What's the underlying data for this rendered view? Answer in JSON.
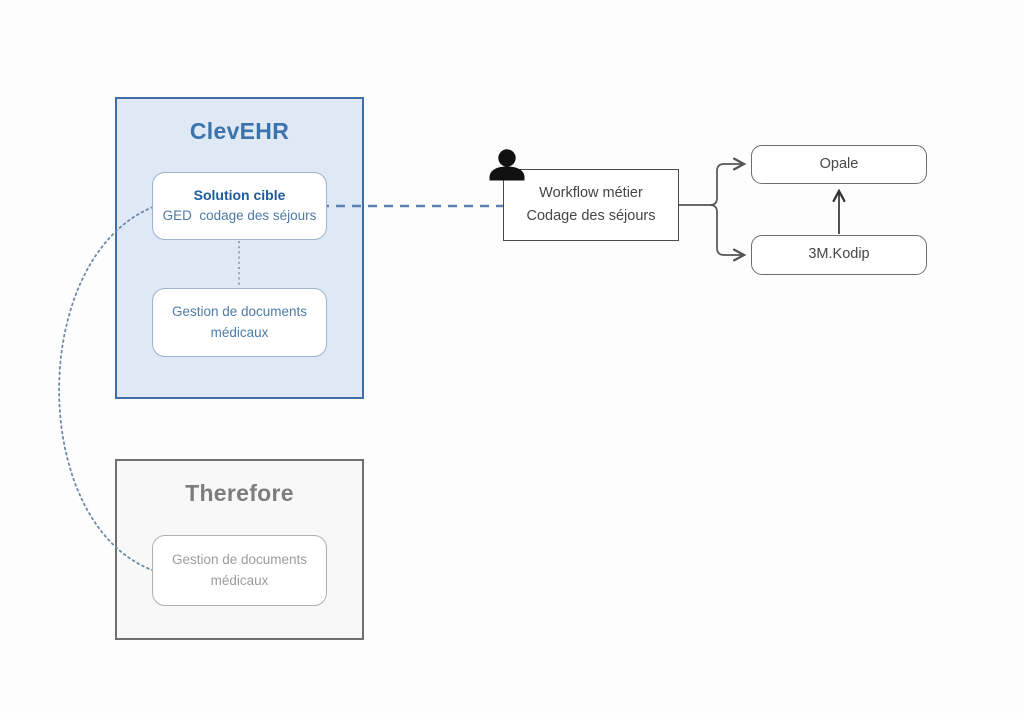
{
  "clevehr": {
    "title": "ClevEHR",
    "solution_cible": {
      "line1": "Solution cible",
      "line2": "GED  codage des séjours"
    },
    "gestion": "Gestion de documents médicaux"
  },
  "therefore": {
    "title": "Therefore",
    "gestion": "Gestion de documents médicaux"
  },
  "workflow": {
    "line1": "Workflow métier",
    "line2": "Codage des séjours"
  },
  "systems": {
    "opale": "Opale",
    "kodip": "3M.Kodip"
  },
  "icons": {
    "actor": "person-icon"
  },
  "colors": {
    "clevehr_fill": "#dfe8f5",
    "clevehr_border": "#3f6ea6",
    "clevehr_title": "#3b73ac",
    "solution_text": "#1c5c9e",
    "blue_text": "#4d7ba8",
    "therefore_fill": "#f8f8f8",
    "therefore_border": "#707070",
    "gray_text": "#9c9c9c",
    "dashed_link": "#5b82ae",
    "dotted_link": "#6d89a9",
    "branch_link": "#555555",
    "arrow_dark": "#333333"
  }
}
